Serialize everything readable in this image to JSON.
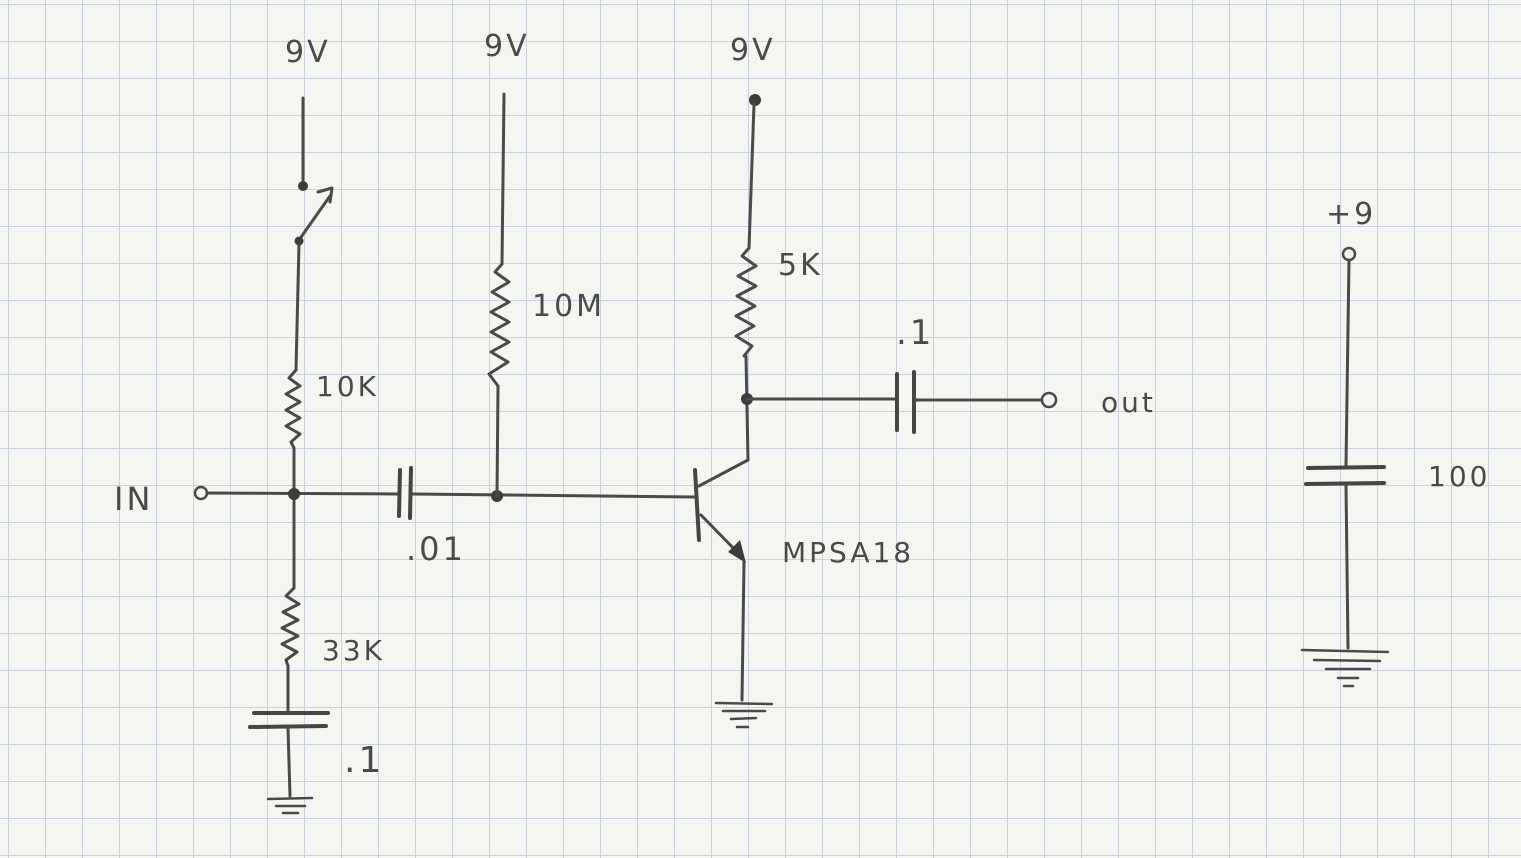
{
  "labels": {
    "supply_1": "9V",
    "supply_2": "9V",
    "supply_3": "9V",
    "input": "IN",
    "output": "out",
    "r_upper": "10K",
    "r_lower": "33K",
    "r_bias": "10M",
    "r_collector": "5K",
    "c_coupling_in": ".01",
    "c_coupling_out": ".1",
    "c_ground": ".1",
    "transistor": "MPSA18",
    "filter_supply": "+9",
    "filter_cap": "100"
  },
  "colors": {
    "ink": "#4a4a4a",
    "grid": "#c9d3de",
    "paper": "#f5f5f2"
  }
}
